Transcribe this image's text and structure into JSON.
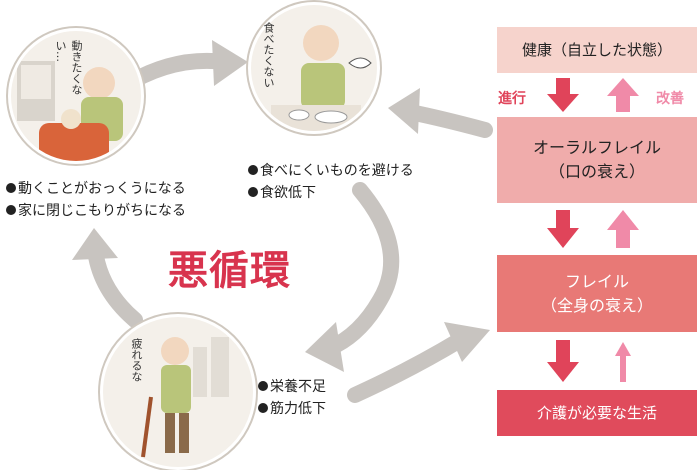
{
  "title": "悪循環",
  "stages": [
    {
      "id": "inactive",
      "handwritten": "動きたくない…",
      "captions": [
        "動くことがおっくうになる",
        "家に閉じこもりがちになる"
      ]
    },
    {
      "id": "eating",
      "handwritten": "食べたくない",
      "captions": [
        "食べにくいものを避ける",
        "食欲低下"
      ]
    },
    {
      "id": "tired",
      "handwritten": "疲れるな",
      "captions": [
        "栄養不足",
        "筋力低下"
      ]
    }
  ],
  "progression": {
    "boxes": [
      "健康（自立した状態）",
      "オーラルフレイル",
      "（口の衰え）",
      "フレイル",
      "（全身の衰え）",
      "介護が必要な生活"
    ],
    "forward_label": "進行",
    "improve_label": "改善"
  },
  "colors": {
    "red_arrow": "#e0445a",
    "pink_arrow": "#f08aa8",
    "gray_arrow": "#c8c4c0",
    "title_red": "#d8344e"
  }
}
